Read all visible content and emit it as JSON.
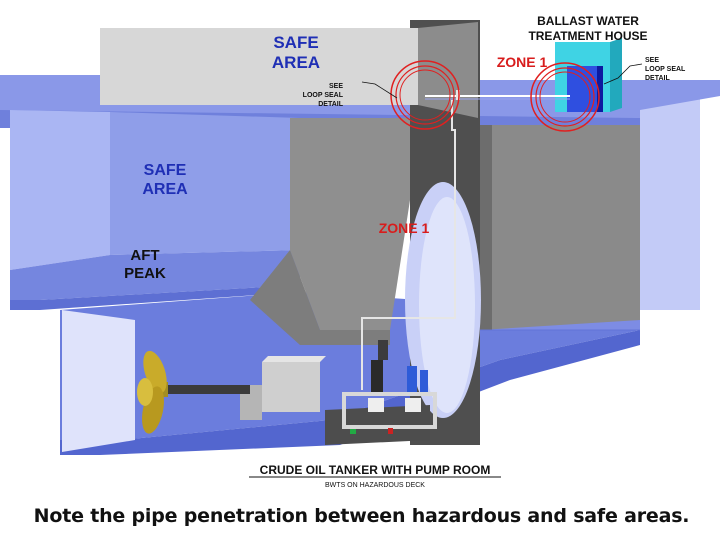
{
  "labels": {
    "safe_area_top_line1": "SAFE",
    "safe_area_top_line2": "AREA",
    "safe_area_left_line1": "SAFE",
    "safe_area_left_line2": "AREA",
    "aft_peak_line1": "AFT",
    "aft_peak_line2": "PEAK",
    "zone1_top": "ZONE 1",
    "zone1_mid": "ZONE 1",
    "bwts_house_line1": "BALLAST WATER",
    "bwts_house_line2": "TREATMENT HOUSE",
    "see_loop_left": [
      "SEE",
      "LOOP SEAL",
      "DETAIL"
    ],
    "see_loop_right": [
      "SEE",
      "LOOP SEAL",
      "DETAIL"
    ]
  },
  "title": {
    "main": "CRUDE OIL TANKER WITH PUMP ROOM",
    "sub": "BWTS ON HAZARDOUS DECK"
  },
  "caption": "Note the pipe penetration between hazardous and safe areas.",
  "colors": {
    "safe_text": "#1f2fb5",
    "zone_text": "#d81c1c",
    "hull_blue": "#7f8fe6",
    "light_blue": "#b9c3f5",
    "grey": "#8e8e8e",
    "dark_grey": "#5c5c5c",
    "bwts_cyan": "#3fd6e6"
  }
}
